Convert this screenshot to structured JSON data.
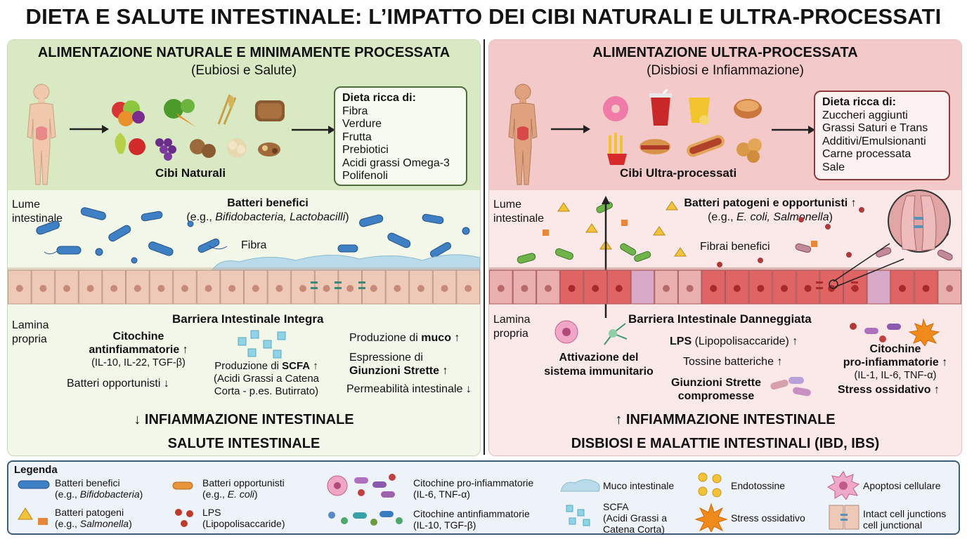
{
  "title": "DIETA E SALUTE INTESTINALE: L’IMPATTO DEI CIBI NATURALI E ULTRA-PROCESSATI",
  "left": {
    "heading": "ALIMENTAZIONE NATURALE E MINIMAMENTE PROCESSATA",
    "subheading": "(Eubiosi e Salute)",
    "food_label": "Cibi Naturali",
    "diet_title": "Dieta ricca di:",
    "diet_items": [
      "Fibra",
      "Verdure",
      "Frutta",
      "Prebiotici",
      "Acidi grassi Omega-3",
      "Polifenoli"
    ],
    "lumen_label_1": "Lume",
    "lumen_label_2": "intestinale",
    "bacteria_title": "Batteri benefici",
    "bacteria_eg_prefix": "(e.g., ",
    "bacteria_eg_names": "Bifidobacteria, Lactobacilli",
    "bacteria_eg_suffix": ")",
    "fiber_label": "Fibra",
    "lamina_1": "Lamina",
    "lamina_2": "propria",
    "barrier_label": "Barriera Intestinale Integra",
    "cyto_title_1": "Citochine",
    "cyto_title_2": "antinfiammatorie ↑",
    "cyto_detail": "(IL-10, IL-22, TGF-β)",
    "opportunists": "Batteri opportunisti ↓",
    "scfa_1_prefix": "Produzione di ",
    "scfa_1_bold": "SCFA",
    "scfa_1_suffix": " ↑",
    "scfa_2": "(Acidi Grassi a Catena",
    "scfa_3": "Corta - p.es. Butirrato)",
    "mucus_prefix": "Produzione di ",
    "mucus_bold": "muco",
    "mucus_suffix": " ↑",
    "junctions_1": "Espressione di",
    "junctions_2": "Giunzioni Strette ↑",
    "permeability": "Permeabilità intestinale ↓",
    "outcome_1": "↓ INFIAMMAZIONE INTESTINALE",
    "outcome_2": "SALUTE INTESTINALE"
  },
  "right": {
    "heading": "ALIMENTAZIONE ULTRA-PROCESSATA",
    "subheading": "(Disbiosi e Infiammazione)",
    "food_label": "Cibi Ultra-processati",
    "diet_title": "Dieta ricca di:",
    "diet_items": [
      "Zuccheri aggiunti",
      "Grassi Saturi e Trans",
      "Additivi/Emulsionanti",
      "Carne processata",
      "Sale"
    ],
    "lumen_label_1": "Lume",
    "lumen_label_2": "intestinale",
    "bacteria_title": "Batteri patogeni e opportunisti ↑",
    "bacteria_eg_prefix": "(e.g., ",
    "bacteria_eg_names": "E. coli, Salmonella",
    "bacteria_eg_suffix": ")",
    "fiber_label": "Fibrai benefici",
    "lamina_1": "Lamina",
    "lamina_2": "propria",
    "barrier_label": "Barriera Intestinale Danneggiata",
    "immune_1": "Attivazione del",
    "immune_2": "sistema immunitario",
    "lps_bold": "LPS",
    "lps_rest": " (Lipopolisaccaride) ↑",
    "toxins": "Tossine batteriche ↑",
    "junctions_1": "Giunzioni Strette",
    "junctions_2": "compromesse",
    "cyto_title_1": "Citochine",
    "cyto_title_2": "pro-infiammatorie ↑",
    "cyto_detail": "(IL-1, IL-6, TNF-α)",
    "oxidative": "Stress ossidativo ↑",
    "outcome_1": "↑ INFIAMMAZIONE INTESTINALE",
    "outcome_2": "DISBIOSI E MALATTIE INTESTINALI (IBD, IBS)"
  },
  "legend": {
    "title": "Legenda",
    "items": [
      {
        "l1": "Batteri benefici",
        "l2_prefix": "(e.g., ",
        "l2_italic": "Bifidobacteria",
        "l2_suffix": ")"
      },
      {
        "l1": "Batteri patogeni",
        "l2_prefix": "(e.g., ",
        "l2_italic": "Salmonella",
        "l2_suffix": ")"
      },
      {
        "l1": "Batteri opportunisti",
        "l2_prefix": "(e.g., ",
        "l2_italic": "E. coli",
        "l2_suffix": ")"
      },
      {
        "l1": "LPS",
        "l2_prefix": "(Lipopolisaccaride)",
        "l2_italic": "",
        "l2_suffix": ""
      },
      {
        "l1": "Citochine pro-infiammatorie",
        "l2_prefix": "(IL-6, TNF-α)",
        "l2_italic": "",
        "l2_suffix": ""
      },
      {
        "l1": "Citochine antinfiammatorie",
        "l2_prefix": "(IL-10, TGF-β)",
        "l2_italic": "",
        "l2_suffix": ""
      },
      {
        "l1": "Muco intestinale",
        "l2_prefix": "",
        "l2_italic": "",
        "l2_suffix": ""
      },
      {
        "l1": "SCFA",
        "l2_prefix": "(Acidi Grassi a",
        "l2_italic": "",
        "l2_suffix": "",
        "l3": "Catena Corta)"
      },
      {
        "l1": "Endotossine",
        "l2_prefix": "",
        "l2_italic": "",
        "l2_suffix": ""
      },
      {
        "l1": "Stress ossidativo",
        "l2_prefix": "",
        "l2_italic": "",
        "l2_suffix": ""
      },
      {
        "l1": "Apoptosi cellulare",
        "l2_prefix": "",
        "l2_italic": "",
        "l2_suffix": ""
      },
      {
        "l1": "Intact cell junctions",
        "l2_prefix": "cell junctional",
        "l2_italic": "",
        "l2_suffix": ""
      }
    ]
  },
  "colors": {
    "healthy_bg": "#d9e9c4",
    "inflamed_bg": "#f4c9c9",
    "beneficial_bacteria": "#3f7fc4",
    "pathogen": "#e8a23a",
    "lps": "#c0392b",
    "scfa": "#8fd3e6",
    "cell_healthy": "#eec9b8",
    "cell_inflamed": "#e06464"
  }
}
